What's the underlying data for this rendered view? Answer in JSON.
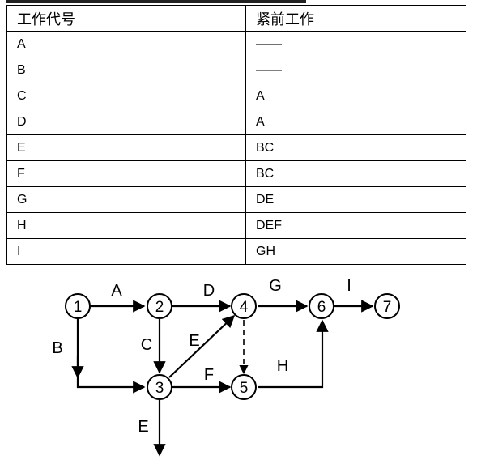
{
  "table": {
    "headers": [
      "工作代号",
      "紧前工作"
    ],
    "rows": [
      {
        "code": "A",
        "pred": "——"
      },
      {
        "code": "B",
        "pred": "——"
      },
      {
        "code": "C",
        "pred": "A"
      },
      {
        "code": "D",
        "pred": "A"
      },
      {
        "code": "E",
        "pred": "BC"
      },
      {
        "code": "F",
        "pred": "BC"
      },
      {
        "code": "G",
        "pred": "DE"
      },
      {
        "code": "H",
        "pred": "DEF"
      },
      {
        "code": "I",
        "pred": "GH"
      }
    ]
  },
  "network": {
    "nodes": [
      "1",
      "2",
      "3",
      "4",
      "5",
      "6",
      "7"
    ],
    "activities": [
      {
        "label": "A",
        "from": "1",
        "to": "2",
        "dashed": false
      },
      {
        "label": "B",
        "from": "1",
        "to": "3",
        "dashed": false
      },
      {
        "label": "C",
        "from": "2",
        "to": "3",
        "dashed": false
      },
      {
        "label": "D",
        "from": "2",
        "to": "4",
        "dashed": false
      },
      {
        "label": "E",
        "from": "3",
        "to": "4",
        "dashed": false
      },
      {
        "label": "F",
        "from": "3",
        "to": "5",
        "dashed": false
      },
      {
        "label": "G",
        "from": "4",
        "to": "6",
        "dashed": false
      },
      {
        "label": "H",
        "from": "5",
        "to": "6",
        "dashed": false
      },
      {
        "label": "I",
        "from": "6",
        "to": "7",
        "dashed": false
      },
      {
        "label": "",
        "from": "4",
        "to": "5",
        "dashed": true
      },
      {
        "label": "E",
        "from": "3",
        "to": "",
        "dashed": false
      }
    ]
  }
}
